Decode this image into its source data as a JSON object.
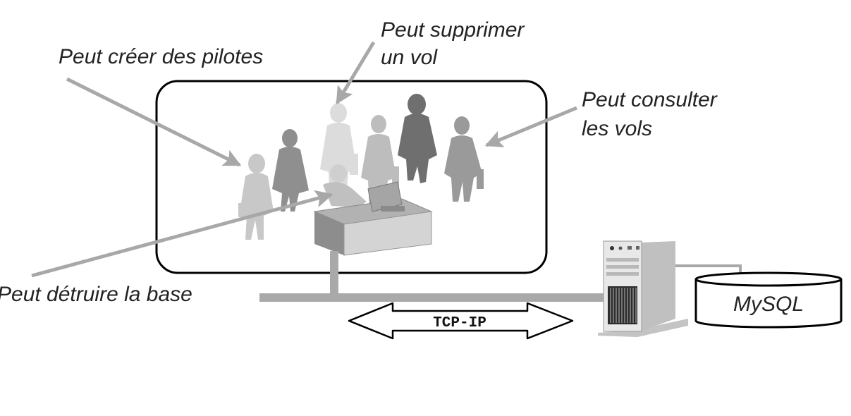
{
  "labels": {
    "create_pilots": "Peut créer des pilotes",
    "delete_flight_line1": "Peut supprimer",
    "delete_flight_line2": "un vol",
    "consult_line1": "Peut consulter",
    "consult_line2": "les vols",
    "destroy_db": "Peut détruire la base"
  },
  "network": {
    "protocol": "TCP-IP"
  },
  "database": {
    "name": "MySQL"
  },
  "icons": {
    "users": "people-group-icon",
    "desk": "computer-desk-icon",
    "server": "server-tower-icon",
    "database": "database-cylinder-icon"
  }
}
